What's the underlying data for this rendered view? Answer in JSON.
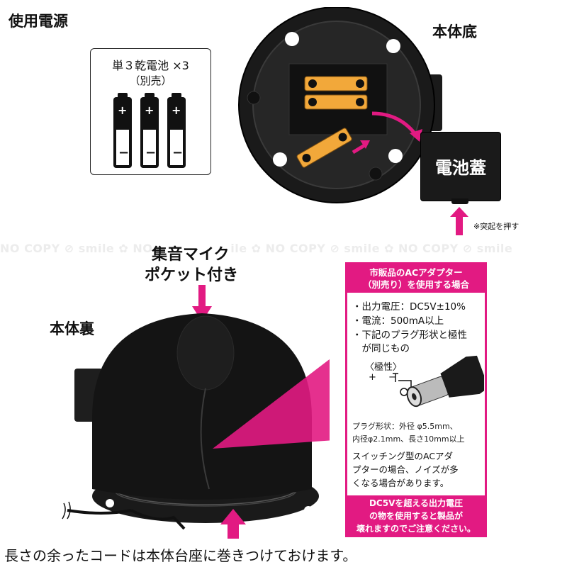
{
  "labels": {
    "power_source": "使用電源",
    "bottom": "本体底",
    "back": "本体裏",
    "mic_pocket_line1": "集音マイク",
    "mic_pocket_line2": "ポケット付き",
    "battery_lid": "電池蓋",
    "push_note": "※突起を押す",
    "cord_caption": "長さの余ったコードは本体台座に巻きつけておけます。"
  },
  "battery_box": {
    "line1": "単３乾電池 ×3",
    "line2": "（別売）"
  },
  "watermark": "NO COPY ⊘ smile ✿ NO COPY ⊘ smile ✿ NO COPY ⊘ smile ✿ NO COPY ⊘ smile",
  "adapter_note": {
    "title_line1": "市販品のACアダプター",
    "title_line2": "（別売り）を使用する場合",
    "spec_voltage": "・出力電圧：DC5V±10%",
    "spec_current": "・電流：500mA以上",
    "spec_plug_line1": "・下記のプラグ形状と極性",
    "spec_plug_line2": "　が同じもの",
    "polarity_label": "〈極性〉",
    "plus": "+",
    "minus": "−",
    "plug_shape_line1": "プラグ形状：外径 φ5.5mm、",
    "plug_shape_line2": "内径φ2.1mm、長さ10mm以上",
    "switching_line1": "スイッチング型のACアダ",
    "switching_line2": "プターの場合、ノイズが多",
    "switching_line3": "くなる場合があります。",
    "warning_line1": "DC5Vを超える出力電圧",
    "warning_line2": "の物を使用すると製品が",
    "warning_line3": "壊れますのでご注意ください。"
  },
  "colors": {
    "accent_pink": "#e21a82",
    "battery_orange": "#f2a83a",
    "device_black": "#1a1a1a"
  }
}
